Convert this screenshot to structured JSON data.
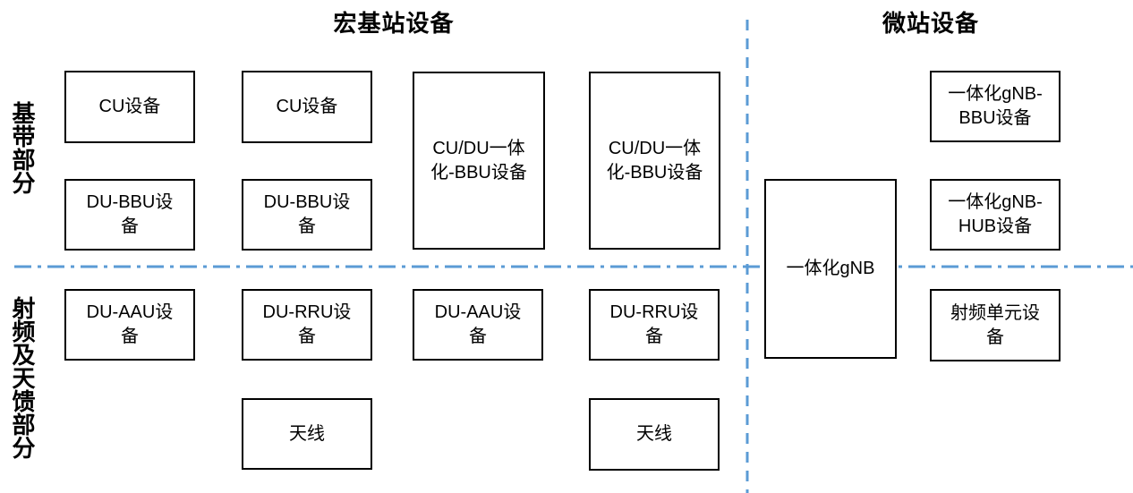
{
  "titles": {
    "macro": "宏基站设备",
    "micro": "微站设备"
  },
  "section_labels": {
    "baseband": "基带部分",
    "rf_antenna": "射频及天馈部分"
  },
  "colors": {
    "divider_blue": "#5B9BD5",
    "box_border": "#000000",
    "text": "#000000",
    "background": "#FFFFFF"
  },
  "boxes": [
    {
      "id": "cu-1",
      "label": "CU设备"
    },
    {
      "id": "cu-2",
      "label": "CU设备"
    },
    {
      "id": "cudu-bbu-1",
      "label": "CU/DU一体\n化-BBU设备"
    },
    {
      "id": "cudu-bbu-2",
      "label": "CU/DU一体\n化-BBU设备"
    },
    {
      "id": "du-bbu-1",
      "label": "DU-BBU设\n备"
    },
    {
      "id": "du-bbu-2",
      "label": "DU-BBU设\n备"
    },
    {
      "id": "gnb-bbu",
      "label": "一体化gNB-\nBBU设备"
    },
    {
      "id": "gnb-hub",
      "label": "一体化gNB-\nHUB设备"
    },
    {
      "id": "gnb",
      "label": "一体化gNB"
    },
    {
      "id": "du-aau-1",
      "label": "DU-AAU设\n备"
    },
    {
      "id": "du-rru-1",
      "label": "DU-RRU设\n备"
    },
    {
      "id": "du-aau-2",
      "label": "DU-AAU设\n备"
    },
    {
      "id": "du-rru-2",
      "label": "DU-RRU设\n备"
    },
    {
      "id": "rf-unit",
      "label": "射频单元设\n备"
    },
    {
      "id": "antenna-1",
      "label": "天线"
    },
    {
      "id": "antenna-2",
      "label": "天线"
    }
  ]
}
